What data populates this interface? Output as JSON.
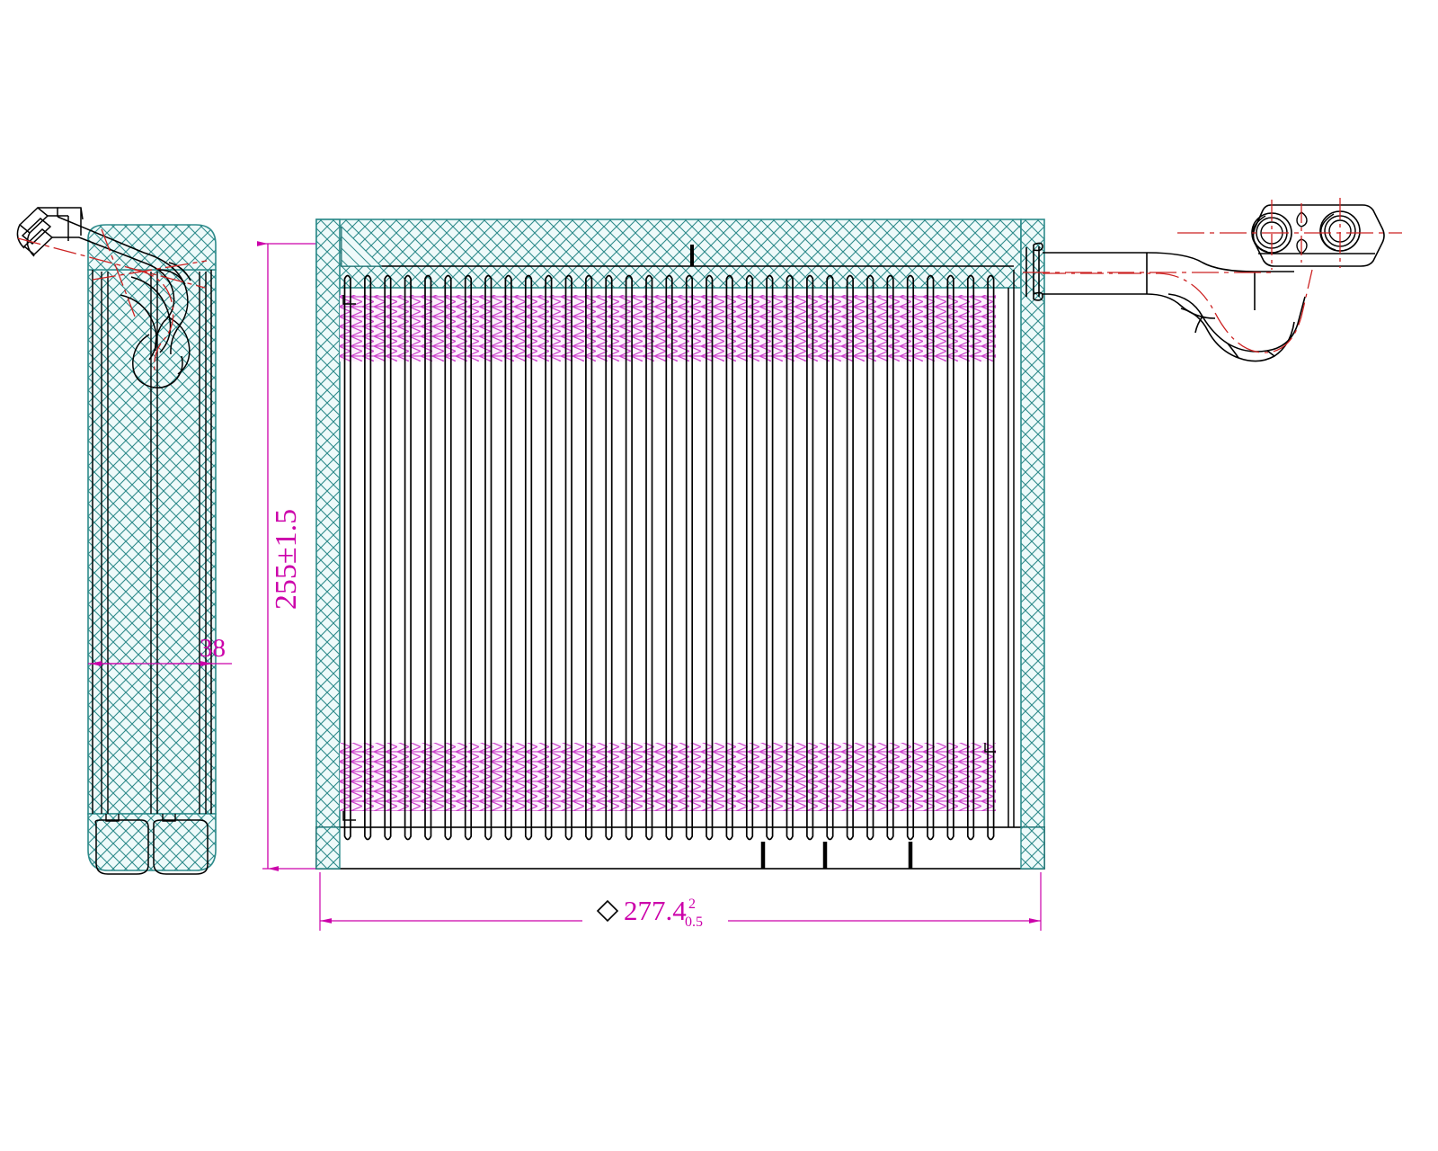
{
  "drawing": {
    "title": "HVAC Evaporator Core Engineering Drawing",
    "type": "technical-2d-orthographic",
    "views": [
      {
        "name": "side-view",
        "label": ""
      },
      {
        "name": "front-view",
        "label": ""
      }
    ]
  },
  "dimensions": {
    "height": {
      "name": "core-height",
      "value": "255",
      "tolerance_symbol": "±",
      "tolerance": "1.5",
      "full_text": "255±1.5",
      "orientation": "vertical",
      "color": "#cc00aa"
    },
    "width": {
      "name": "core-width",
      "prefix_symbol": "◇",
      "value": "277.4",
      "tolerance_upper": "2",
      "tolerance_lower": "0.5",
      "full_text": "◇ 277.4",
      "orientation": "horizontal",
      "color": "#cc00aa"
    },
    "depth": {
      "name": "core-depth",
      "value": "38",
      "orientation": "horizontal",
      "color": "#cc00aa"
    }
  },
  "colors": {
    "outline": "#000000",
    "hatch_teal": "#2e8b8b",
    "hatch_fill": "#eefafa",
    "fin_magenta": "#cc44cc",
    "dimension_magenta": "#cc00aa",
    "centerline_red": "#cc2222",
    "background": "#ffffff"
  },
  "core": {
    "name": "evaporator-core",
    "tube_count": 33,
    "fin_band_top": {
      "name": "fin-band-top"
    },
    "fin_band_bottom": {
      "name": "fin-band-bottom"
    },
    "header_top": {
      "name": "header-top",
      "tick_count": 1
    },
    "header_bottom": {
      "name": "header-bottom",
      "tick_count": 3
    }
  },
  "pipes": {
    "name": "pipe-assembly",
    "inlet": {
      "name": "inlet-pipe"
    },
    "outlet": {
      "name": "outlet-pipe"
    },
    "connector_block": {
      "name": "connector-block",
      "port_count": 2
    }
  },
  "side_view": {
    "name": "side-view-body",
    "fitting": {
      "name": "side-view-fitting"
    },
    "tube_ends": {
      "name": "side-view-tube-ends",
      "count": 2
    }
  }
}
